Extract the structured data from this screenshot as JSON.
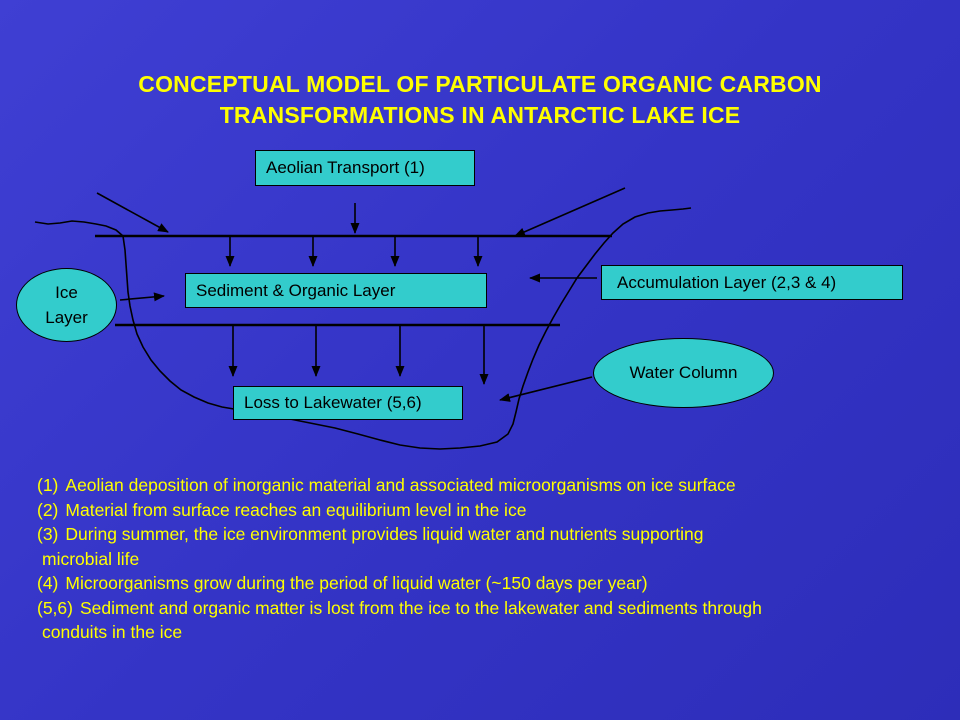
{
  "title": {
    "line1": "CONCEPTUAL MODEL OF PARTICULATE ORGANIC CARBON",
    "line2": "TRANSFORMATIONS IN ANTARCTIC LAKE ICE"
  },
  "diagram": {
    "aeolian_transport": "Aeolian Transport (1)",
    "sediment_organic_layer": "Sediment & Organic Layer",
    "accumulation_layer": "Accumulation Layer (2,3 & 4)",
    "ice_layer": "Ice Layer",
    "water_column": "Water Column",
    "loss_to_lakewater": "Loss to Lakewater (5,6)"
  },
  "notes": [
    {
      "label": "(1)",
      "lines": [
        "Aeolian deposition of inorganic material and associated microorganisms on ice surface"
      ]
    },
    {
      "label": "(2)",
      "lines": [
        "Material from surface reaches an equilibrium level in the ice"
      ]
    },
    {
      "label": "(3)",
      "lines": [
        "During summer, the ice environment provides liquid water and nutrients supporting",
        "microbial life"
      ]
    },
    {
      "label": "(4)",
      "lines": [
        "Microorganisms grow during the period of liquid water (~150 days per year)"
      ]
    },
    {
      "label": "(5,6)",
      "lines": [
        "Sediment and organic matter is lost from the ice to the lakewater and sediments through",
        "conduits in the ice"
      ]
    }
  ],
  "colors": {
    "background": "#3434c6",
    "title_text": "#ffff00",
    "notes_text": "#ffff00",
    "box_fill": "#33cccc",
    "lines": "#000000"
  }
}
